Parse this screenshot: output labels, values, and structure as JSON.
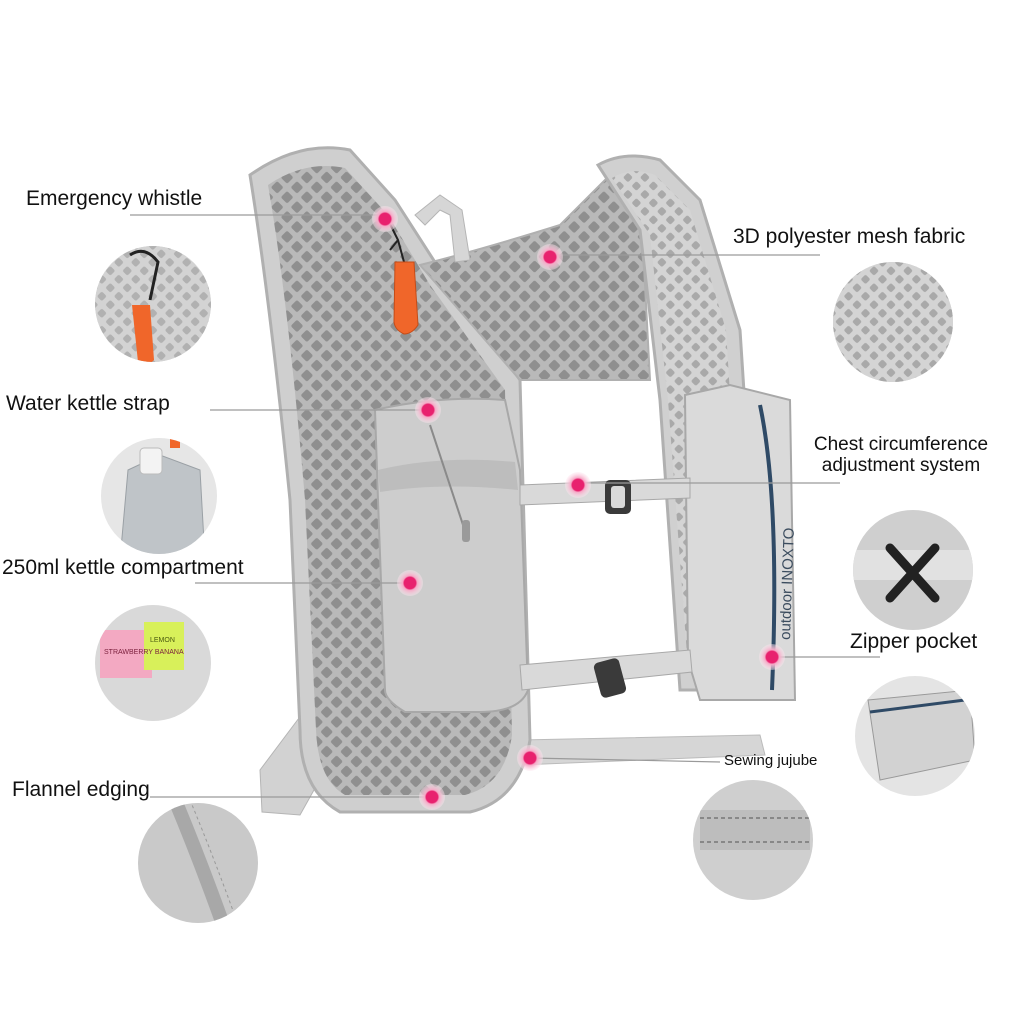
{
  "callouts": {
    "emergency_whistle": "Emergency whistle",
    "mesh_fabric": "3D polyester mesh fabric",
    "water_kettle_strap": "Water kettle strap",
    "chest_adjustment_line1": "Chest circumference",
    "chest_adjustment_line2": "adjustment system",
    "kettle_compartment": "250ml kettle compartment",
    "zipper_pocket": "Zipper pocket",
    "sewing_jujube": "Sewing jujube",
    "flannel_edging": "Flannel edging"
  },
  "product_print": {
    "pocket_brand": "outdoor INOXTO",
    "snack_label_1": "STRAWBERRY BANANA",
    "snack_label_2": "LEMON"
  },
  "icons": [
    "whistle-icon",
    "mesh-detail",
    "kettle-detail",
    "buckle-detail",
    "snack-detail",
    "pocket-detail",
    "stitch-detail",
    "edging-detail"
  ],
  "colors": {
    "hotspot": "#e8216e",
    "vest": "#c9c9c9",
    "whistle": "#f0662a",
    "leader_line": "#9a9a9a"
  }
}
